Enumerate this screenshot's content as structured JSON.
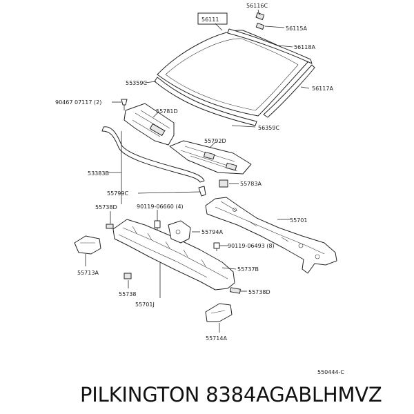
{
  "labels": {
    "l56116C": "56116C",
    "l56111": "56111",
    "l56115A": "56115A",
    "l56118A": "56118A",
    "l56117A": "56117A",
    "l55359C_top": "55359C",
    "l55359C_bot": "56359C",
    "l90467": "90467  07117 (2)",
    "l55781D": "55781D",
    "l55792D": "55792D",
    "l53383B": "53383B",
    "l55799C": "55799C",
    "l55783A": "55783A",
    "l55738D_left": "55738D",
    "l90119_a": "90119-06660 (4)",
    "l55701": "55701",
    "l55794A": "55794A",
    "l90119_b": "90119-06493 (8)",
    "l55713A": "55713A",
    "l55737B": "55737B",
    "l55738": "55738",
    "l55738D_right": "55738D",
    "l55701J": "55701J",
    "l55714A": "55714A",
    "ref": "550444-C"
  },
  "footer": {
    "brand_part": "PILKINGTON 8384AGABLHMVZ"
  }
}
